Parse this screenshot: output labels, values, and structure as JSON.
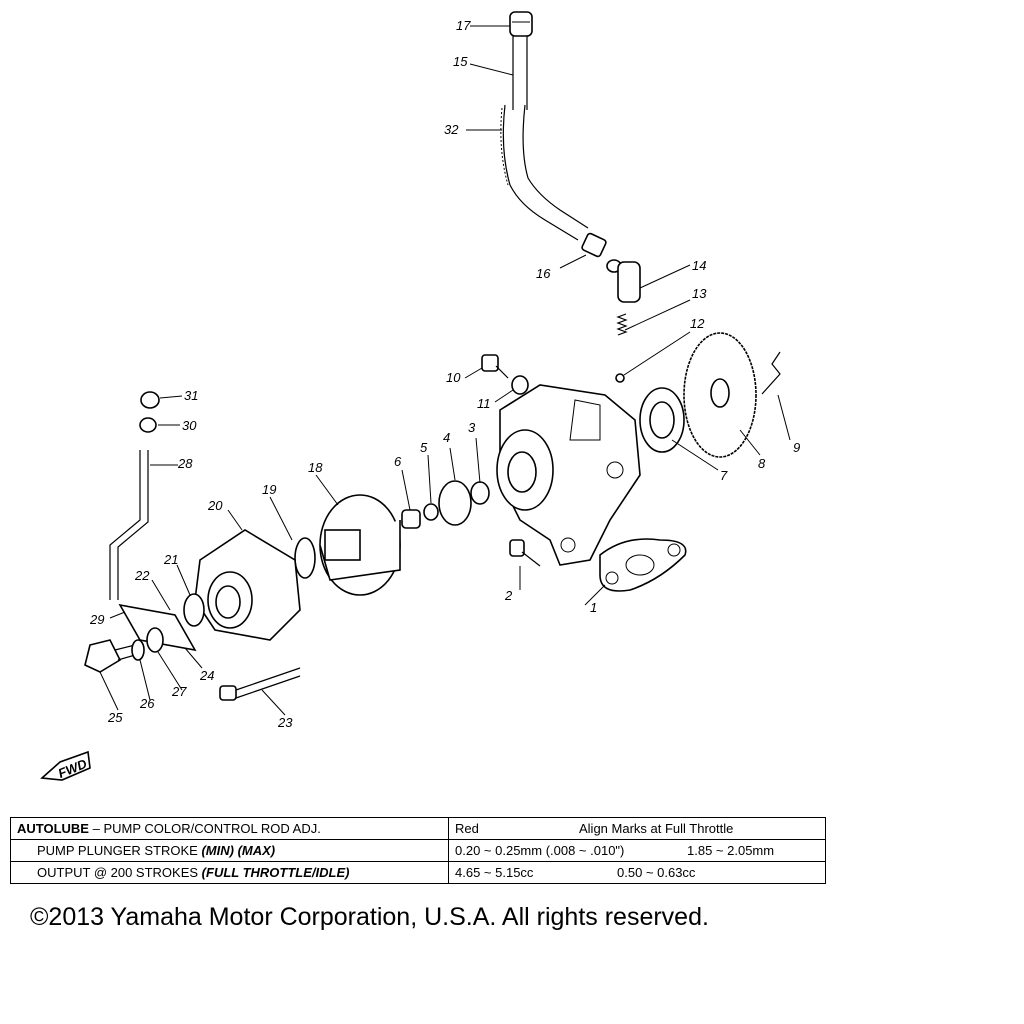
{
  "callouts": [
    "1",
    "2",
    "3",
    "4",
    "5",
    "6",
    "7",
    "8",
    "9",
    "10",
    "11",
    "12",
    "13",
    "14",
    "15",
    "16",
    "17",
    "18",
    "19",
    "20",
    "21",
    "22",
    "23",
    "24",
    "25",
    "26",
    "27",
    "28",
    "29",
    "30",
    "31",
    "32"
  ],
  "fwd_label": "FWD",
  "table": {
    "row1": {
      "label_bold": "AUTOLUBE",
      "label_rest": " – PUMP COLOR/CONTROL ROD ADJ.",
      "value_a": "Red",
      "value_b": "Align Marks at Full Throttle"
    },
    "row2": {
      "label": "PUMP PLUNGER STROKE ",
      "label_italic": "(MIN) (MAX)",
      "value_a": "0.20 ~ 0.25mm (.008 ~ .010\")",
      "value_b": "1.85 ~ 2.05mm"
    },
    "row3": {
      "label": "OUTPUT @ 200 STROKES ",
      "label_italic": "(FULL THROTTLE/IDLE)",
      "value_a": "4.65 ~ 5.15cc",
      "value_b": "0.50 ~ 0.63cc"
    }
  },
  "copyright": "©2013 Yamaha Motor Corporation, U.S.A. All rights reserved."
}
